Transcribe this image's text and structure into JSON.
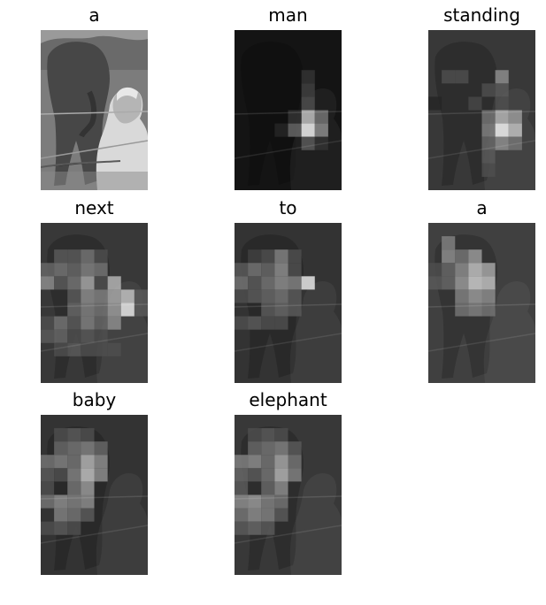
{
  "panels": [
    {
      "word": "a",
      "kind": "photo"
    },
    {
      "word": "man",
      "kind": "attention",
      "base": 0.08,
      "cells": [
        [
          5,
          3,
          0.2
        ],
        [
          5,
          4,
          0.25
        ],
        [
          5,
          5,
          0.3
        ],
        [
          5,
          6,
          0.75
        ],
        [
          4,
          7,
          0.4
        ],
        [
          5,
          7,
          0.95
        ],
        [
          6,
          7,
          0.55
        ],
        [
          6,
          6,
          0.45
        ],
        [
          4,
          6,
          0.2
        ],
        [
          5,
          8,
          0.35
        ],
        [
          6,
          8,
          0.2
        ],
        [
          3,
          7,
          0.15
        ]
      ]
    },
    {
      "word": "standing",
      "kind": "attention",
      "base": 0.22,
      "cells": [
        [
          5,
          3,
          0.55
        ],
        [
          4,
          4,
          0.3
        ],
        [
          5,
          4,
          0.35
        ],
        [
          5,
          5,
          0.3
        ],
        [
          4,
          6,
          0.45
        ],
        [
          5,
          6,
          0.7
        ],
        [
          6,
          6,
          0.6
        ],
        [
          4,
          7,
          0.5
        ],
        [
          5,
          7,
          0.95
        ],
        [
          6,
          7,
          0.75
        ],
        [
          4,
          8,
          0.4
        ],
        [
          5,
          8,
          0.55
        ],
        [
          6,
          8,
          0.45
        ],
        [
          4,
          9,
          0.35
        ],
        [
          4,
          10,
          0.3
        ],
        [
          1,
          3,
          0.3
        ],
        [
          2,
          3,
          0.3
        ],
        [
          0,
          5,
          0.15
        ],
        [
          3,
          5,
          0.28
        ]
      ]
    },
    {
      "word": "next",
      "kind": "attention",
      "base": 0.22,
      "cells": [
        [
          1,
          2,
          0.35
        ],
        [
          2,
          2,
          0.35
        ],
        [
          3,
          2,
          0.45
        ],
        [
          4,
          2,
          0.3
        ],
        [
          0,
          3,
          0.4
        ],
        [
          1,
          3,
          0.45
        ],
        [
          2,
          3,
          0.4
        ],
        [
          3,
          3,
          0.5
        ],
        [
          4,
          3,
          0.45
        ],
        [
          0,
          4,
          0.55
        ],
        [
          1,
          4,
          0.35
        ],
        [
          2,
          4,
          0.45
        ],
        [
          3,
          4,
          0.65
        ],
        [
          4,
          4,
          0.3
        ],
        [
          5,
          4,
          0.7
        ],
        [
          2,
          5,
          0.35
        ],
        [
          3,
          5,
          0.55
        ],
        [
          4,
          5,
          0.5
        ],
        [
          5,
          5,
          0.65
        ],
        [
          6,
          5,
          0.75
        ],
        [
          7,
          5,
          0.35
        ],
        [
          2,
          6,
          0.4
        ],
        [
          3,
          6,
          0.5
        ],
        [
          4,
          6,
          0.45
        ],
        [
          5,
          6,
          0.6
        ],
        [
          6,
          6,
          0.9
        ],
        [
          7,
          6,
          0.35
        ],
        [
          0,
          7,
          0.3
        ],
        [
          1,
          7,
          0.45
        ],
        [
          2,
          7,
          0.35
        ],
        [
          3,
          7,
          0.5
        ],
        [
          4,
          7,
          0.4
        ],
        [
          5,
          7,
          0.55
        ],
        [
          0,
          8,
          0.35
        ],
        [
          1,
          8,
          0.4
        ],
        [
          2,
          8,
          0.3
        ],
        [
          3,
          8,
          0.35
        ],
        [
          4,
          8,
          0.3
        ],
        [
          1,
          9,
          0.3
        ],
        [
          2,
          9,
          0.35
        ],
        [
          3,
          9,
          0.3
        ],
        [
          4,
          9,
          0.3
        ],
        [
          5,
          9,
          0.3
        ]
      ]
    },
    {
      "word": "to",
      "kind": "attention",
      "base": 0.2,
      "cells": [
        [
          1,
          2,
          0.25
        ],
        [
          2,
          2,
          0.3
        ],
        [
          3,
          2,
          0.5
        ],
        [
          4,
          2,
          0.3
        ],
        [
          0,
          3,
          0.35
        ],
        [
          1,
          3,
          0.45
        ],
        [
          2,
          3,
          0.4
        ],
        [
          3,
          3,
          0.55
        ],
        [
          4,
          3,
          0.3
        ],
        [
          0,
          4,
          0.45
        ],
        [
          1,
          4,
          0.35
        ],
        [
          2,
          4,
          0.45
        ],
        [
          3,
          4,
          0.55
        ],
        [
          4,
          4,
          0.5
        ],
        [
          5,
          4,
          0.9
        ],
        [
          0,
          5,
          0.3
        ],
        [
          1,
          5,
          0.35
        ],
        [
          2,
          5,
          0.4
        ],
        [
          3,
          5,
          0.45
        ],
        [
          4,
          5,
          0.35
        ],
        [
          2,
          6,
          0.35
        ],
        [
          3,
          6,
          0.4
        ],
        [
          4,
          6,
          0.35
        ],
        [
          0,
          7,
          0.3
        ],
        [
          1,
          7,
          0.35
        ],
        [
          2,
          7,
          0.3
        ],
        [
          3,
          7,
          0.3
        ]
      ]
    },
    {
      "word": "a",
      "kind": "attention",
      "base": 0.25,
      "cells": [
        [
          1,
          1,
          0.5
        ],
        [
          1,
          2,
          0.55
        ],
        [
          2,
          2,
          0.45
        ],
        [
          3,
          2,
          0.6
        ],
        [
          0,
          3,
          0.3
        ],
        [
          1,
          3,
          0.4
        ],
        [
          2,
          3,
          0.55
        ],
        [
          3,
          3,
          0.75
        ],
        [
          4,
          3,
          0.65
        ],
        [
          0,
          4,
          0.35
        ],
        [
          1,
          4,
          0.4
        ],
        [
          2,
          4,
          0.6
        ],
        [
          3,
          4,
          0.8
        ],
        [
          4,
          4,
          0.75
        ],
        [
          2,
          5,
          0.5
        ],
        [
          3,
          5,
          0.6
        ],
        [
          4,
          5,
          0.55
        ],
        [
          2,
          6,
          0.45
        ],
        [
          3,
          6,
          0.5
        ],
        [
          4,
          6,
          0.45
        ]
      ]
    },
    {
      "word": "baby",
      "kind": "attention",
      "base": 0.2,
      "cells": [
        [
          1,
          1,
          0.3
        ],
        [
          2,
          1,
          0.35
        ],
        [
          3,
          1,
          0.3
        ],
        [
          1,
          2,
          0.4
        ],
        [
          2,
          2,
          0.45
        ],
        [
          3,
          2,
          0.5
        ],
        [
          4,
          2,
          0.4
        ],
        [
          0,
          3,
          0.45
        ],
        [
          1,
          3,
          0.5
        ],
        [
          2,
          3,
          0.45
        ],
        [
          3,
          3,
          0.7
        ],
        [
          4,
          3,
          0.55
        ],
        [
          0,
          4,
          0.35
        ],
        [
          1,
          4,
          0.3
        ],
        [
          2,
          4,
          0.5
        ],
        [
          3,
          4,
          0.75
        ],
        [
          4,
          4,
          0.55
        ],
        [
          0,
          5,
          0.3
        ],
        [
          2,
          5,
          0.45
        ],
        [
          3,
          5,
          0.6
        ],
        [
          0,
          6,
          0.45
        ],
        [
          1,
          6,
          0.55
        ],
        [
          2,
          6,
          0.5
        ],
        [
          3,
          6,
          0.55
        ],
        [
          1,
          7,
          0.5
        ],
        [
          2,
          7,
          0.45
        ],
        [
          3,
          7,
          0.35
        ],
        [
          0,
          8,
          0.3
        ],
        [
          1,
          8,
          0.35
        ],
        [
          2,
          8,
          0.3
        ]
      ]
    },
    {
      "word": "elephant",
      "kind": "attention",
      "base": 0.22,
      "cells": [
        [
          1,
          1,
          0.3
        ],
        [
          2,
          1,
          0.35
        ],
        [
          3,
          1,
          0.3
        ],
        [
          1,
          2,
          0.4
        ],
        [
          2,
          2,
          0.45
        ],
        [
          3,
          2,
          0.5
        ],
        [
          4,
          2,
          0.35
        ],
        [
          0,
          3,
          0.5
        ],
        [
          1,
          3,
          0.55
        ],
        [
          2,
          3,
          0.45
        ],
        [
          3,
          3,
          0.65
        ],
        [
          4,
          3,
          0.45
        ],
        [
          0,
          4,
          0.4
        ],
        [
          1,
          4,
          0.35
        ],
        [
          2,
          4,
          0.45
        ],
        [
          3,
          4,
          0.7
        ],
        [
          4,
          4,
          0.5
        ],
        [
          0,
          5,
          0.35
        ],
        [
          2,
          5,
          0.4
        ],
        [
          3,
          5,
          0.55
        ],
        [
          0,
          6,
          0.55
        ],
        [
          1,
          6,
          0.6
        ],
        [
          2,
          6,
          0.5
        ],
        [
          3,
          6,
          0.45
        ],
        [
          0,
          7,
          0.45
        ],
        [
          1,
          7,
          0.55
        ],
        [
          2,
          7,
          0.5
        ],
        [
          3,
          7,
          0.35
        ],
        [
          0,
          8,
          0.35
        ],
        [
          1,
          8,
          0.4
        ],
        [
          2,
          8,
          0.35
        ]
      ]
    }
  ]
}
